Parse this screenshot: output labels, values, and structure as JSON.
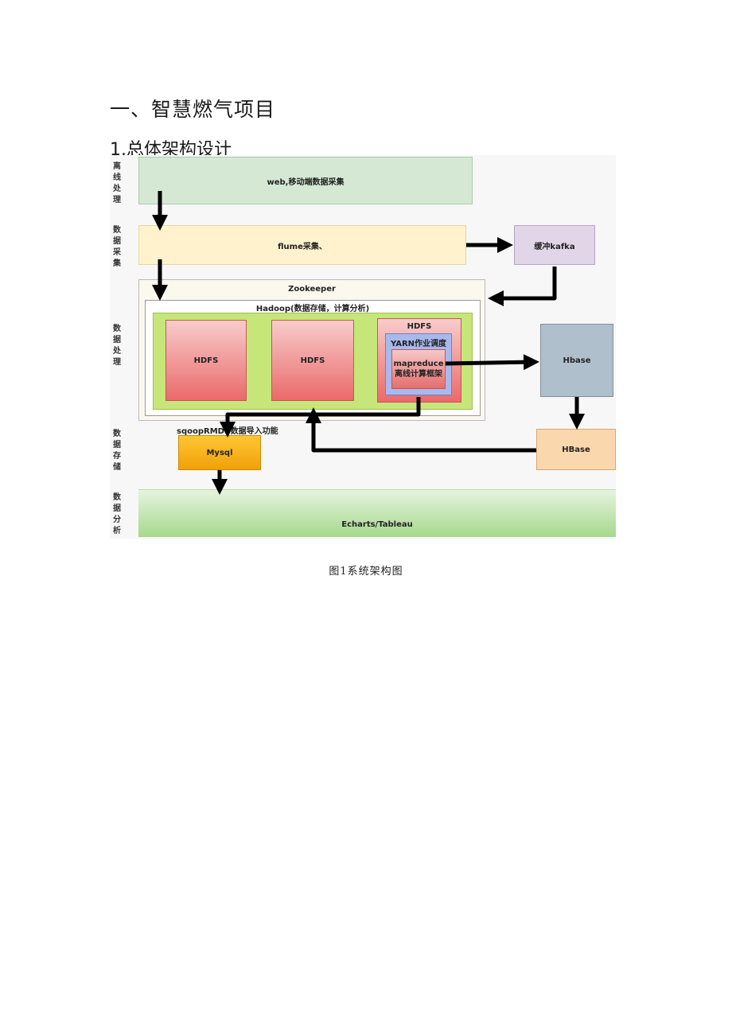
{
  "heading": "一、智慧燃气项目",
  "subheading": "1.总体架构设计",
  "diagram": {
    "row_labels": [
      "离线处理",
      "数据采集",
      "数据处理",
      "数据存储",
      "数据分析"
    ],
    "web_layer": "web,移动端数据采集",
    "flume_layer": "flume采集、",
    "kafka_box": "缓冲kafka",
    "zookeeper": "Zookeeper",
    "hadoop": "Hadoop(数据存储，计算分析)",
    "hdfs_1": "HDFS",
    "hdfs_2": "HDFS",
    "hdfs_3": "HDFS",
    "yarn": "YARN作业调度",
    "mapreduce_line1": "mapreduce",
    "mapreduce_line2": "离线计算框架",
    "hbase_top": "Hbase",
    "hbase_bottom": "HBase",
    "sqoop": "sqoopRMDB数据导入功能",
    "mysql": "Mysql",
    "echarts": "Echarts/Tableau"
  },
  "caption": "图1系统架构图"
}
